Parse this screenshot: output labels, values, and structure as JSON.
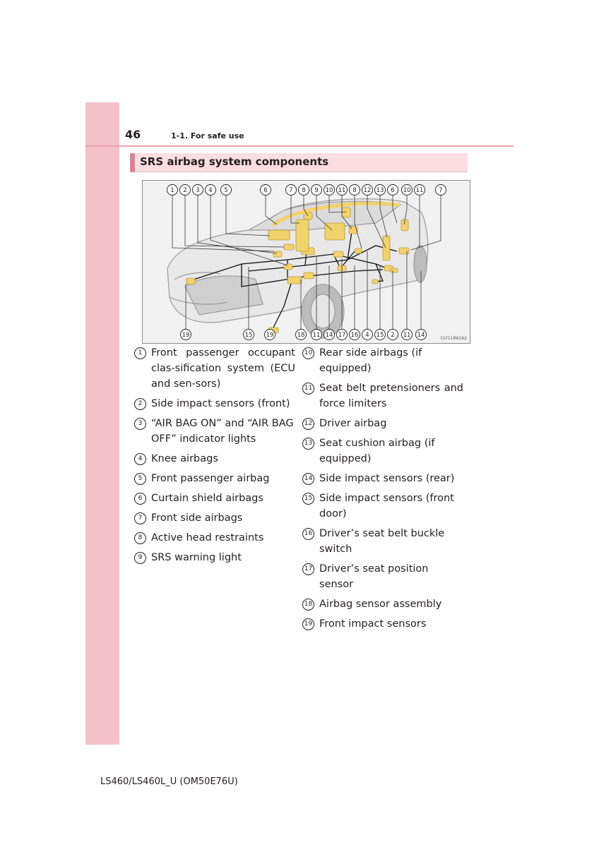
{
  "header": {
    "page_number": "46",
    "section": "1-1. For safe use"
  },
  "title": "SRS airbag system components",
  "figure": {
    "code": "CLY11RA162",
    "top_callouts": [
      "1",
      "2",
      "3",
      "4",
      "5",
      "6",
      "7",
      "8",
      "9",
      "10",
      "11",
      "8",
      "12",
      "13",
      "6",
      "10",
      "11",
      "7"
    ],
    "bottom_callouts": [
      "19",
      "15",
      "19",
      "18",
      "11",
      "14",
      "17",
      "16",
      "4",
      "15",
      "2",
      "11",
      "14"
    ],
    "component_color": "#f2d36b",
    "line_color": "#111111"
  },
  "legend_left": [
    {
      "num": "1",
      "text": "Front passenger occupant clas-sification system (ECU and sen-sors)"
    },
    {
      "num": "2",
      "text": "Side impact sensors (front)"
    },
    {
      "num": "3",
      "text": "“AIR BAG ON” and “AIR BAG OFF” indicator lights"
    },
    {
      "num": "4",
      "text": "Knee airbags"
    },
    {
      "num": "5",
      "text": "Front passenger airbag"
    },
    {
      "num": "6",
      "text": "Curtain shield airbags"
    },
    {
      "num": "7",
      "text": "Front side airbags"
    },
    {
      "num": "8",
      "text": "Active head restraints"
    },
    {
      "num": "9",
      "text": "SRS warning light"
    }
  ],
  "legend_right": [
    {
      "num": "10",
      "text": "Rear side airbags (if equipped)"
    },
    {
      "num": "11",
      "text": "Seat belt pretensioners and force limiters"
    },
    {
      "num": "12",
      "text": "Driver airbag"
    },
    {
      "num": "13",
      "text": "Seat cushion airbag (if equipped)"
    },
    {
      "num": "14",
      "text": "Side impact sensors (rear)"
    },
    {
      "num": "15",
      "text": "Side impact sensors (front door)"
    },
    {
      "num": "16",
      "text": "Driver’s seat belt buckle switch"
    },
    {
      "num": "17",
      "text": "Driver’s seat position sensor"
    },
    {
      "num": "18",
      "text": "Airbag sensor assembly"
    },
    {
      "num": "19",
      "text": "Front impact sensors"
    }
  ],
  "footer": "LS460/LS460L_U (OM50E76U)"
}
